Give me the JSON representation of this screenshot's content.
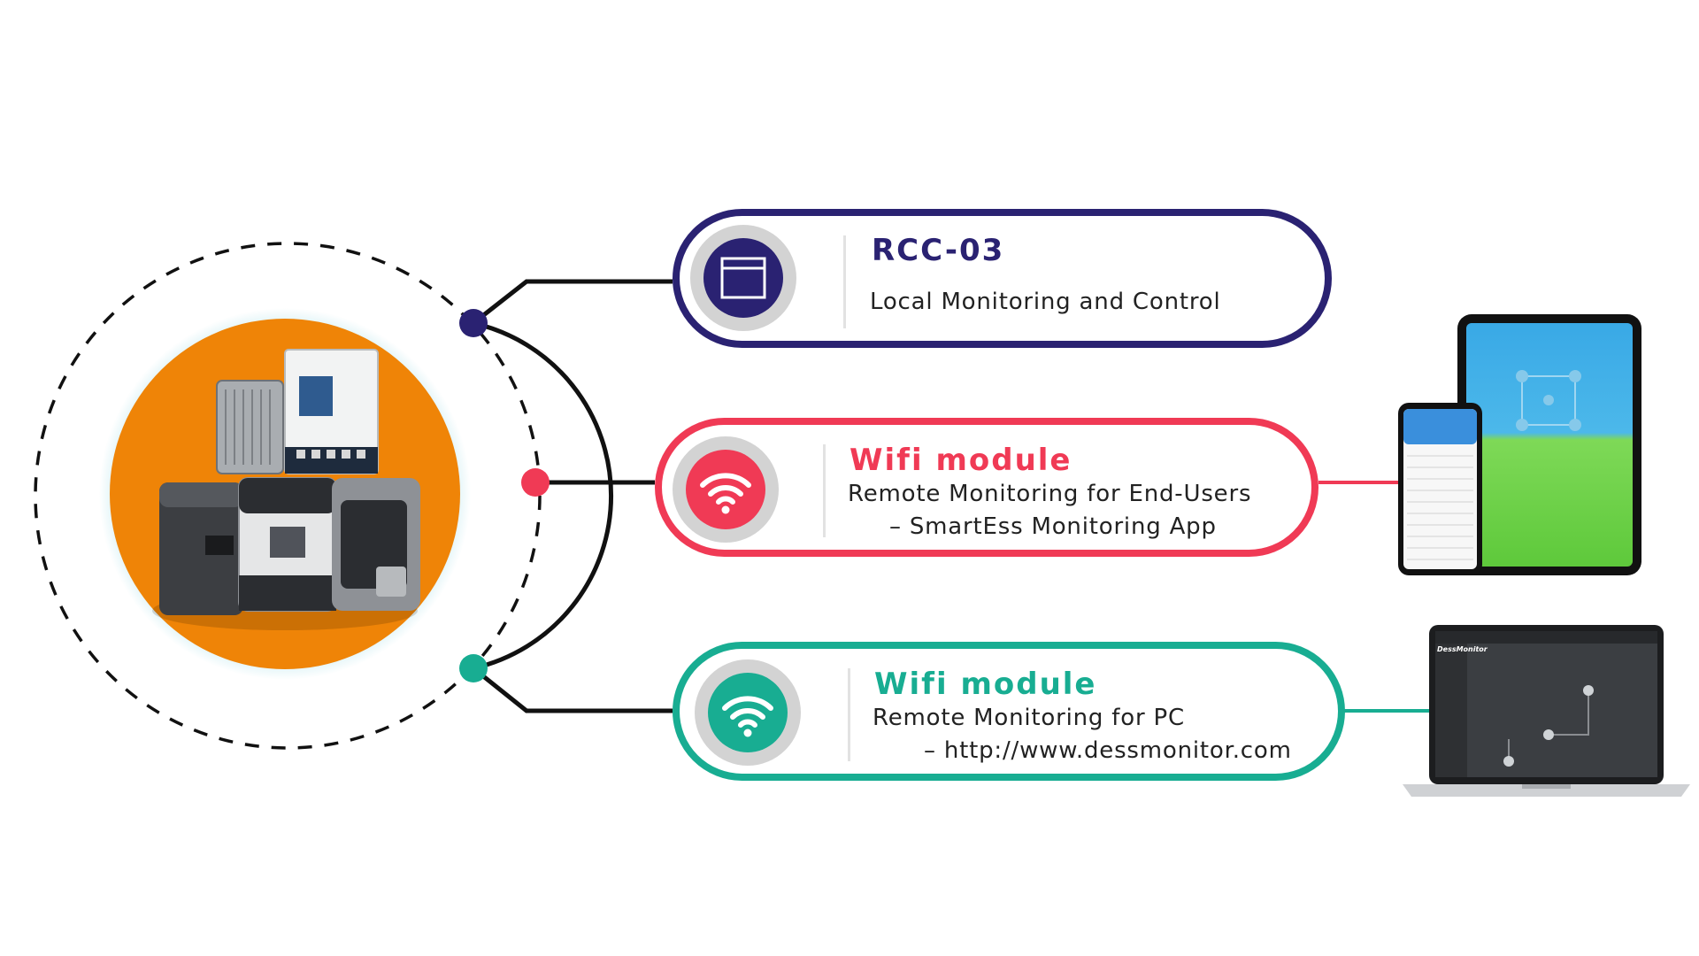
{
  "colors": {
    "navy": "#2a2272",
    "red": "#f03a55",
    "teal": "#18ad92",
    "orange": "#ef8407",
    "ring_gray": "#d3d3d3",
    "line": "#111111"
  },
  "items": [
    {
      "title": "RCC-03",
      "line1": "Local Monitoring and Control",
      "line2": "",
      "icon": "display-screen-icon"
    },
    {
      "title": "Wifi module",
      "line1": "Remote Monitoring for End-Users",
      "line2": "– SmartEss Monitoring App",
      "icon": "wifi-icon"
    },
    {
      "title": "Wifi module",
      "line1": "Remote Monitoring  for PC",
      "line2": "– http://www.dessmonitor.com",
      "icon": "wifi-icon"
    }
  ],
  "devices": {
    "laptop_brand": "DessMonitor"
  }
}
